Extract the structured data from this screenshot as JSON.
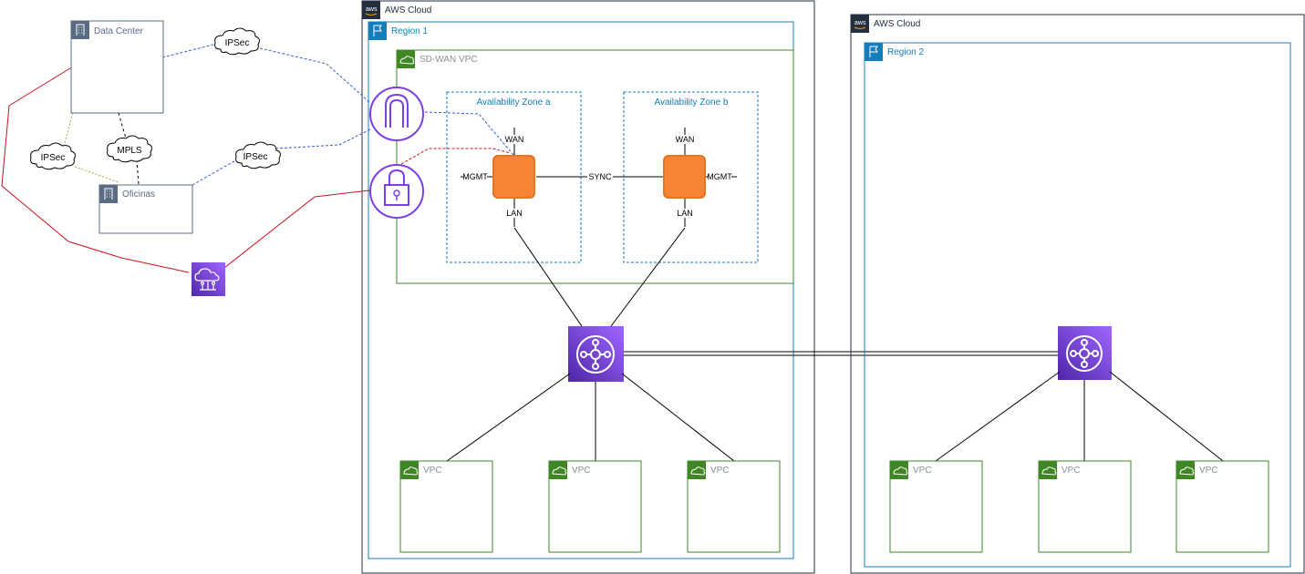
{
  "clouds": [
    {
      "label": "AWS Cloud"
    },
    {
      "label": "AWS Cloud"
    }
  ],
  "regions": [
    {
      "label": "Region 1"
    },
    {
      "label": "Region 2"
    }
  ],
  "sdwan_vpc": {
    "label": "SD-WAN VPC"
  },
  "zones": [
    {
      "label": "Availability Zone a"
    },
    {
      "label": "Availability Zone b"
    }
  ],
  "appliance_a": {
    "wan": "WAN",
    "mgmt": "MGMT",
    "lan": "LAN"
  },
  "appliance_b": {
    "wan": "WAN",
    "mgmt": "MGMT",
    "lan": "LAN"
  },
  "sync_label": "SYNC",
  "onprem": {
    "datacenter": "Data Center",
    "offices": "Oficinas"
  },
  "links": {
    "ipsec_top": "IPSec",
    "ipsec_mid": "IPSec",
    "ipsec_left": "IPSec",
    "mpls": "MPLS"
  },
  "vpcs_region1": [
    "VPC",
    "VPC",
    "VPC"
  ],
  "vpcs_region2": [
    "VPC",
    "VPC",
    "VPC"
  ],
  "colors": {
    "region_border": "#147EBA",
    "vpc_green": "#3F8624",
    "appliance_orange": "#F58534",
    "aws_purple": "#7B3FE4",
    "ipsec_blue": "#3B5BDB",
    "dx_red": "#C7131F",
    "onprem_gray": "#5A6B86"
  }
}
